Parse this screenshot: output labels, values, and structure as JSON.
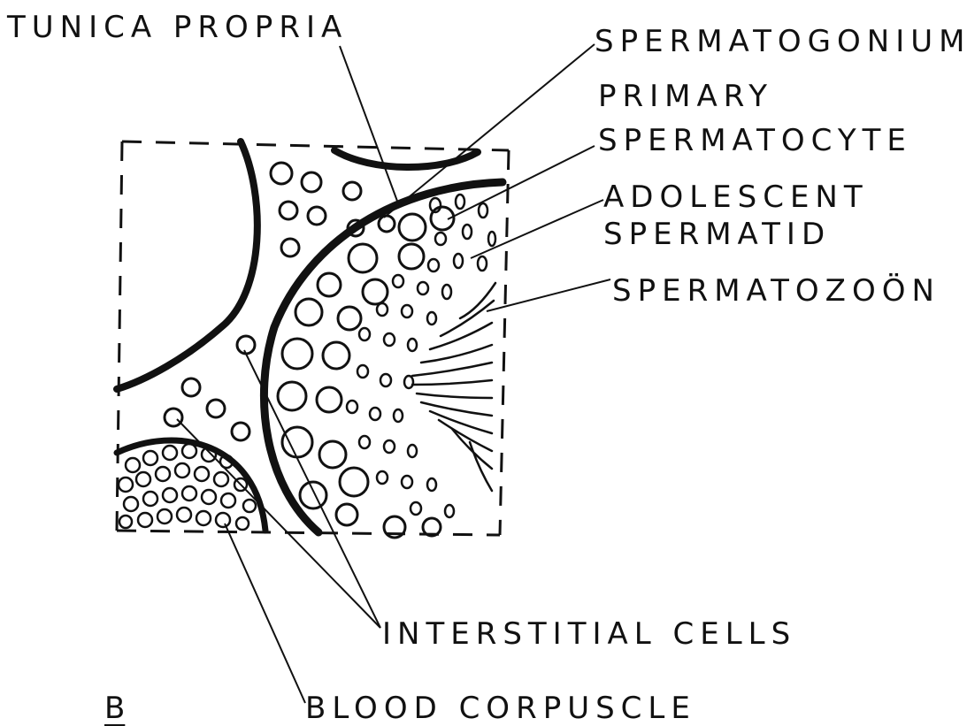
{
  "labels": {
    "tunica_propria": "TUNICA PROPRIA",
    "spermatogonium": "SPERMATOGONIUM",
    "primary_spermatocyte_line1": "PRIMARY",
    "primary_spermatocyte_line2": "SPERMATOCYTE",
    "adolescent_spermatid_line1": "ADOLESCENT",
    "adolescent_spermatid_line2": "SPERMATID",
    "spermatozoon": "SPERMATOZOÖN",
    "interstitial_cells": "INTERSTITIAL CELLS",
    "blood_corpuscle": "BLOOD CORPUSCLE",
    "panel_letter": "B"
  },
  "colors": {
    "ink": "#111111",
    "background": "#ffffff"
  }
}
